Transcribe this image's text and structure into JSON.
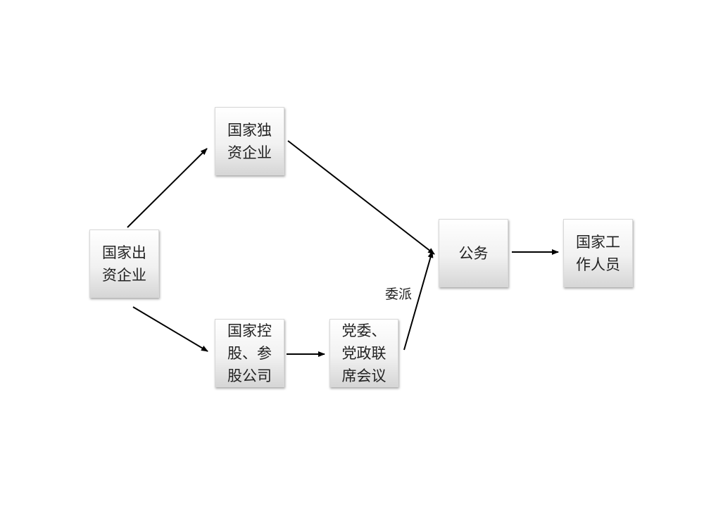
{
  "nodes": {
    "state_invested": {
      "line1": "国家出",
      "line2": "资企业"
    },
    "state_sole": {
      "line1": "国家独",
      "line2": "资企业"
    },
    "state_holding": {
      "line1": "国家控",
      "line2": "股、参",
      "line3": "股公司"
    },
    "party_meeting": {
      "line1": "党委、",
      "line2": "党政联",
      "line3": "席会议"
    },
    "public_affairs": {
      "line1": "公务"
    },
    "state_staff": {
      "line1": "国家工",
      "line2": "作人员"
    }
  },
  "edge_labels": {
    "appoint": "委派"
  },
  "colors": {
    "arrow": "#000000",
    "text": "#222222"
  }
}
